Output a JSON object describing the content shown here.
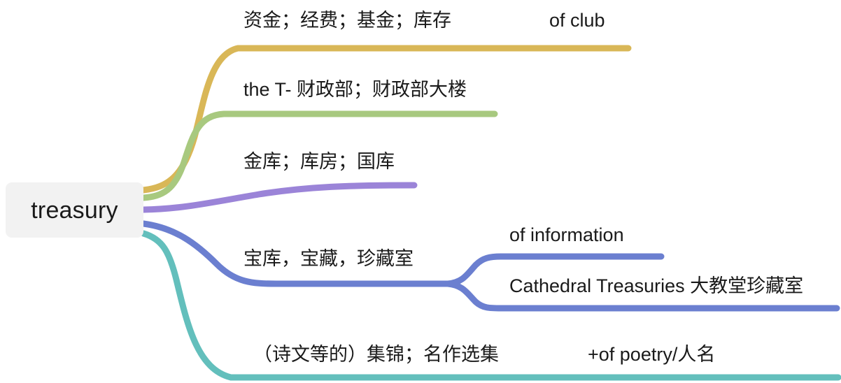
{
  "map": {
    "root": {
      "label": "treasury",
      "box_color": "#f2f2f2"
    },
    "branches": [
      {
        "id": "b1",
        "color": "#d9b757",
        "main_label": "资金；经费；基金；库存",
        "extra_label": "of club"
      },
      {
        "id": "b2",
        "color": "#a8c97f",
        "main_label": "the T- 财政部；财政部大楼"
      },
      {
        "id": "b3",
        "color": "#9b84d8",
        "main_label": "金库；库房；国库"
      },
      {
        "id": "b4",
        "color": "#6b7fd0",
        "main_label": "宝库，宝藏，珍藏室",
        "children": [
          {
            "id": "b4s1",
            "label": "of information"
          },
          {
            "id": "b4s2",
            "label": "Cathedral Treasuries 大教堂珍藏室"
          }
        ]
      },
      {
        "id": "b5",
        "color": "#63bfbc",
        "main_label": "（诗文等的）集锦；名作选集",
        "extra_label": "+of poetry/人名"
      }
    ]
  }
}
